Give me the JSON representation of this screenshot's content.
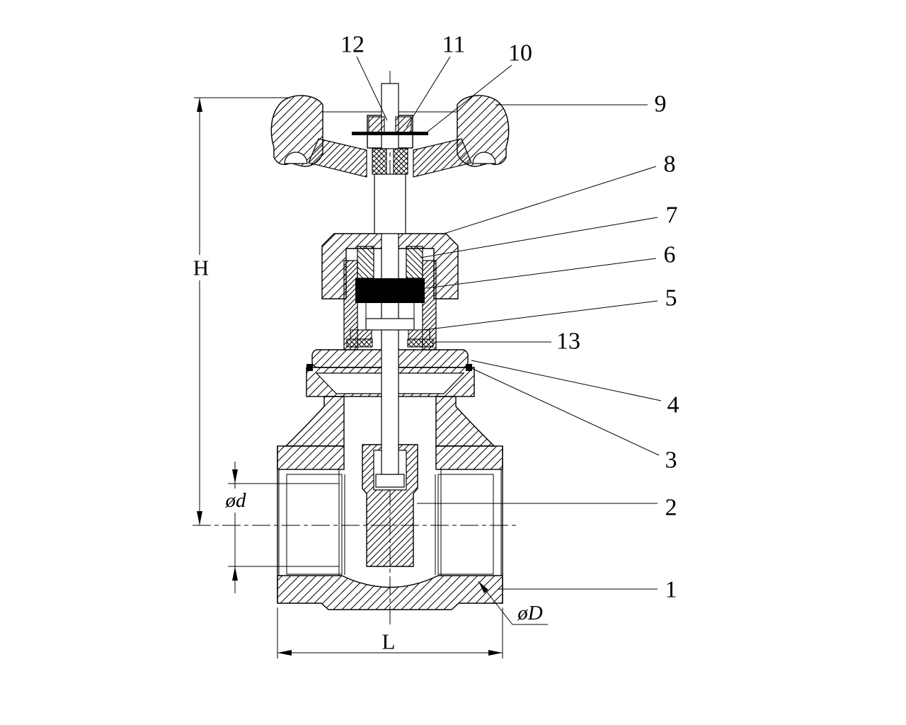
{
  "drawing": {
    "background": "#ffffff",
    "ink": "#000000",
    "type": "gate-valve-sectional-drawing"
  },
  "callouts": {
    "c1": {
      "label": "1"
    },
    "c2": {
      "label": "2"
    },
    "c3": {
      "label": "3"
    },
    "c4": {
      "label": "4"
    },
    "c5": {
      "label": "5"
    },
    "c6": {
      "label": "6"
    },
    "c7": {
      "label": "7"
    },
    "c8": {
      "label": "8"
    },
    "c9": {
      "label": "9"
    },
    "c10": {
      "label": "10"
    },
    "c11": {
      "label": "11"
    },
    "c12": {
      "label": "12"
    },
    "c13": {
      "label": "13"
    }
  },
  "dimensions": {
    "height": {
      "label": "H"
    },
    "bore": {
      "label": "ød"
    },
    "outer_diameter": {
      "label": "øD"
    },
    "face_to_face": {
      "label": "L"
    }
  }
}
